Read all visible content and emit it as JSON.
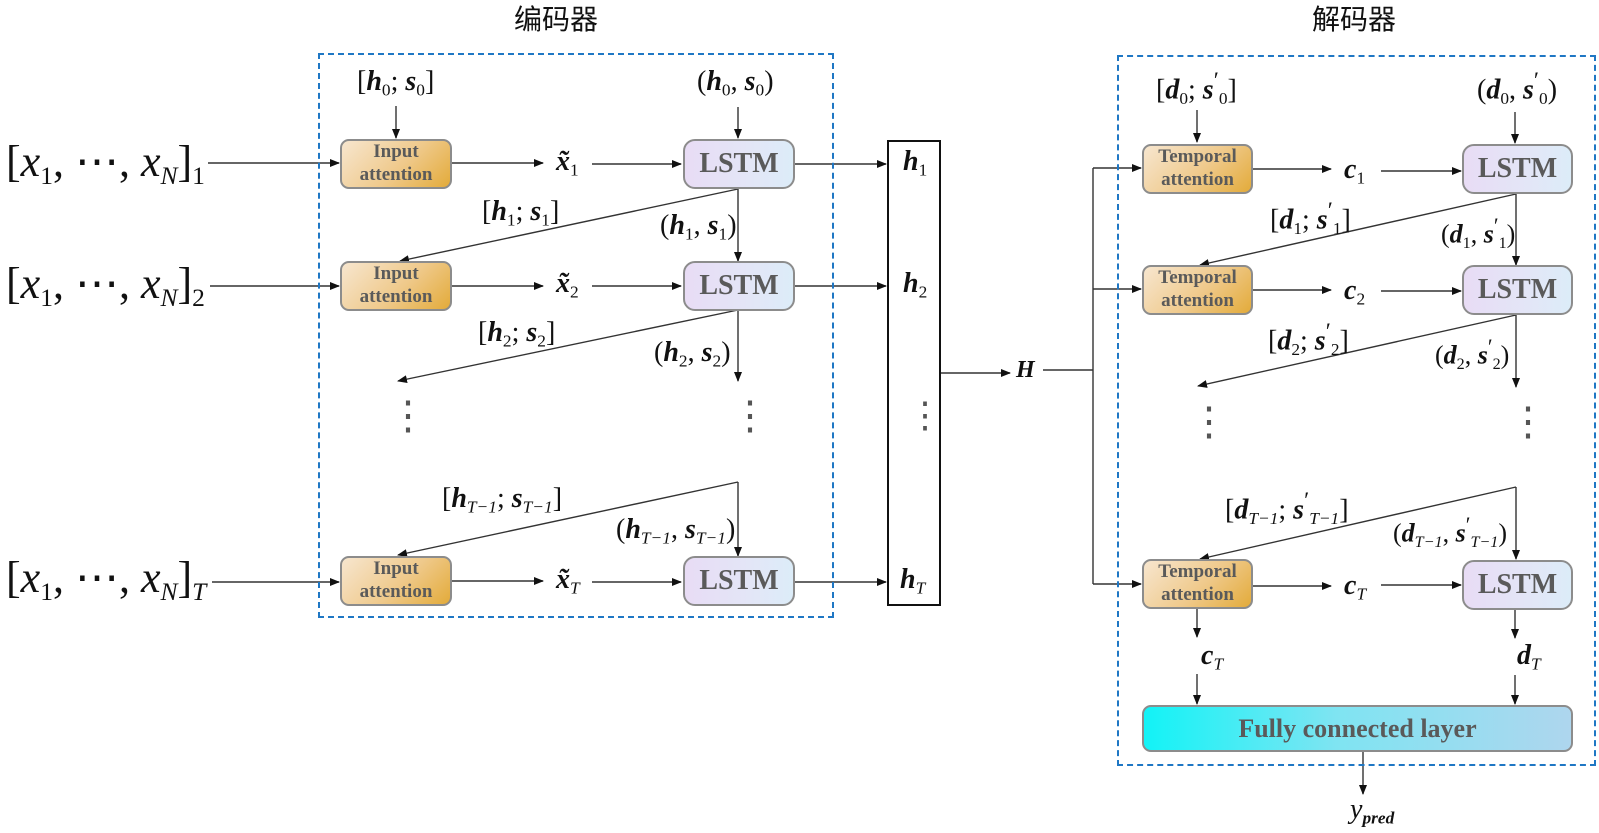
{
  "titles": {
    "encoder": "编码器",
    "decoder": "解码器"
  },
  "inputs": [
    {
      "vars": "x",
      "first_sub": "1",
      "ellipsis": "⋯",
      "last_sub": "N",
      "step": "1"
    },
    {
      "vars": "x",
      "first_sub": "1",
      "ellipsis": "⋯",
      "last_sub": "N",
      "step": "2"
    },
    {
      "vars": "x",
      "first_sub": "1",
      "ellipsis": "⋯",
      "last_sub": "N",
      "step": "T"
    }
  ],
  "encoder": {
    "attention_label_line1": "Input",
    "attention_label_line2": "attention",
    "lstm_label": "LSTM",
    "init_attn": {
      "h": "h",
      "h_sub": "0",
      "s": "s",
      "s_sub": "0"
    },
    "init_lstm": {
      "h": "h",
      "h_sub": "0",
      "s": "s",
      "s_sub": "0"
    },
    "xtilde": [
      {
        "x": "x̃",
        "sub": "1"
      },
      {
        "x": "x̃",
        "sub": "2"
      },
      {
        "x": "x̃",
        "sub": "T"
      }
    ],
    "feedback": [
      {
        "h": "h",
        "sub": "1"
      },
      {
        "h": "h",
        "sub": "2"
      },
      {
        "h": "h",
        "sub": "T−1"
      }
    ],
    "ellipsis": "⋮"
  },
  "hidden_states": {
    "items": [
      {
        "h": "h",
        "sub": "1"
      },
      {
        "h": "h",
        "sub": "2"
      },
      {
        "h": "h",
        "sub": "T"
      }
    ],
    "ellipsis": "⋮"
  },
  "context": {
    "label": "H"
  },
  "decoder": {
    "attention_label_line1": "Temporal",
    "attention_label_line2": "attention",
    "lstm_label": "LSTM",
    "init": {
      "d": "d",
      "sub": "0",
      "s": "s",
      "prime": "′"
    },
    "c": [
      {
        "c": "c",
        "sub": "1"
      },
      {
        "c": "c",
        "sub": "2"
      },
      {
        "c": "c",
        "sub": "T"
      }
    ],
    "feedback": [
      {
        "d": "d",
        "sub": "1"
      },
      {
        "d": "d",
        "sub": "2"
      },
      {
        "d": "d",
        "sub": "T−1"
      }
    ],
    "final_c": {
      "c": "c",
      "sub": "T"
    },
    "final_d": {
      "d": "d",
      "sub": "T"
    },
    "fc_label": "Fully connected layer",
    "output": {
      "y": "y",
      "sub": "pred"
    },
    "ellipsis": "⋮"
  },
  "colors": {
    "dashed_border": "#1f77c4",
    "fc_start": "#12f3f6",
    "fc_end": "#aed6ee",
    "attention": "#e3ab3a",
    "lstm": "#e3e6f7"
  }
}
